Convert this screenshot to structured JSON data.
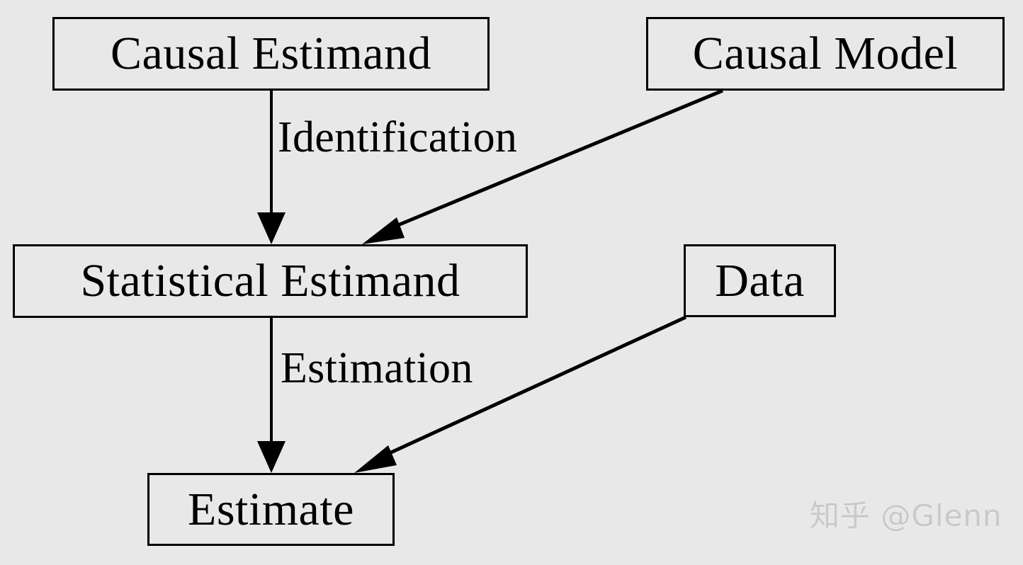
{
  "diagram": {
    "title": "Causal inference workflow diagram",
    "background_color": "#e8e8e8",
    "stroke_color": "#000000",
    "nodes": [
      {
        "id": "causal-estimand",
        "label": "Causal Estimand"
      },
      {
        "id": "causal-model",
        "label": "Causal Model"
      },
      {
        "id": "statistical-estimand",
        "label": "Statistical Estimand"
      },
      {
        "id": "data",
        "label": "Data"
      },
      {
        "id": "estimate",
        "label": "Estimate"
      }
    ],
    "edges": [
      {
        "id": "identification",
        "from": "causal-estimand",
        "to": "statistical-estimand",
        "label": "Identification"
      },
      {
        "id": "causal-model-to-statistical-estimand",
        "from": "causal-model",
        "to": "statistical-estimand",
        "label": ""
      },
      {
        "id": "estimation",
        "from": "statistical-estimand",
        "to": "estimate",
        "label": "Estimation"
      },
      {
        "id": "data-to-estimate",
        "from": "data",
        "to": "estimate",
        "label": ""
      }
    ]
  },
  "watermark": {
    "text": "知乎 @Glenn",
    "color": "#c9c9c9"
  }
}
